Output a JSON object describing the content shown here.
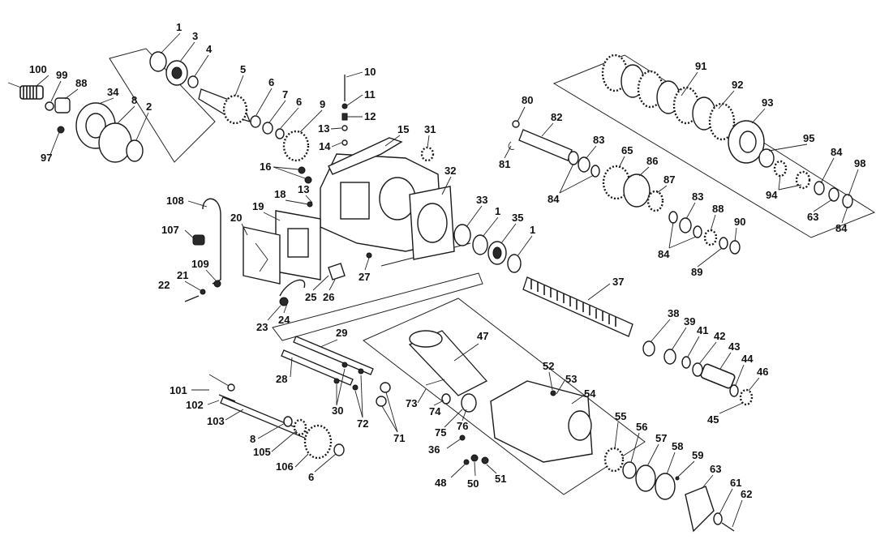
{
  "diagram": {
    "callouts": [
      "1",
      "3",
      "4",
      "5",
      "6",
      "7",
      "6",
      "9",
      "10",
      "11",
      "12",
      "13",
      "14",
      "15",
      "16",
      "31",
      "100",
      "99",
      "88",
      "34",
      "8",
      "2",
      "97",
      "108",
      "107",
      "19",
      "20",
      "18",
      "13",
      "109",
      "21",
      "22",
      "23",
      "24",
      "25",
      "26",
      "27",
      "32",
      "33",
      "1",
      "35",
      "1",
      "91",
      "92",
      "93",
      "80",
      "82",
      "83",
      "81",
      "84",
      "65",
      "86",
      "87",
      "95",
      "94",
      "84",
      "98",
      "63",
      "84",
      "83",
      "88",
      "90",
      "84",
      "89",
      "37",
      "38",
      "39",
      "41",
      "42",
      "43",
      "44",
      "46",
      "45",
      "47",
      "29",
      "28",
      "30",
      "72",
      "71",
      "101",
      "102",
      "103",
      "8",
      "105",
      "106",
      "6",
      "73",
      "74",
      "75",
      "76",
      "36",
      "52",
      "53",
      "54",
      "48",
      "50",
      "51",
      "55",
      "56",
      "57",
      "58",
      "59",
      "63",
      "61",
      "62"
    ]
  }
}
